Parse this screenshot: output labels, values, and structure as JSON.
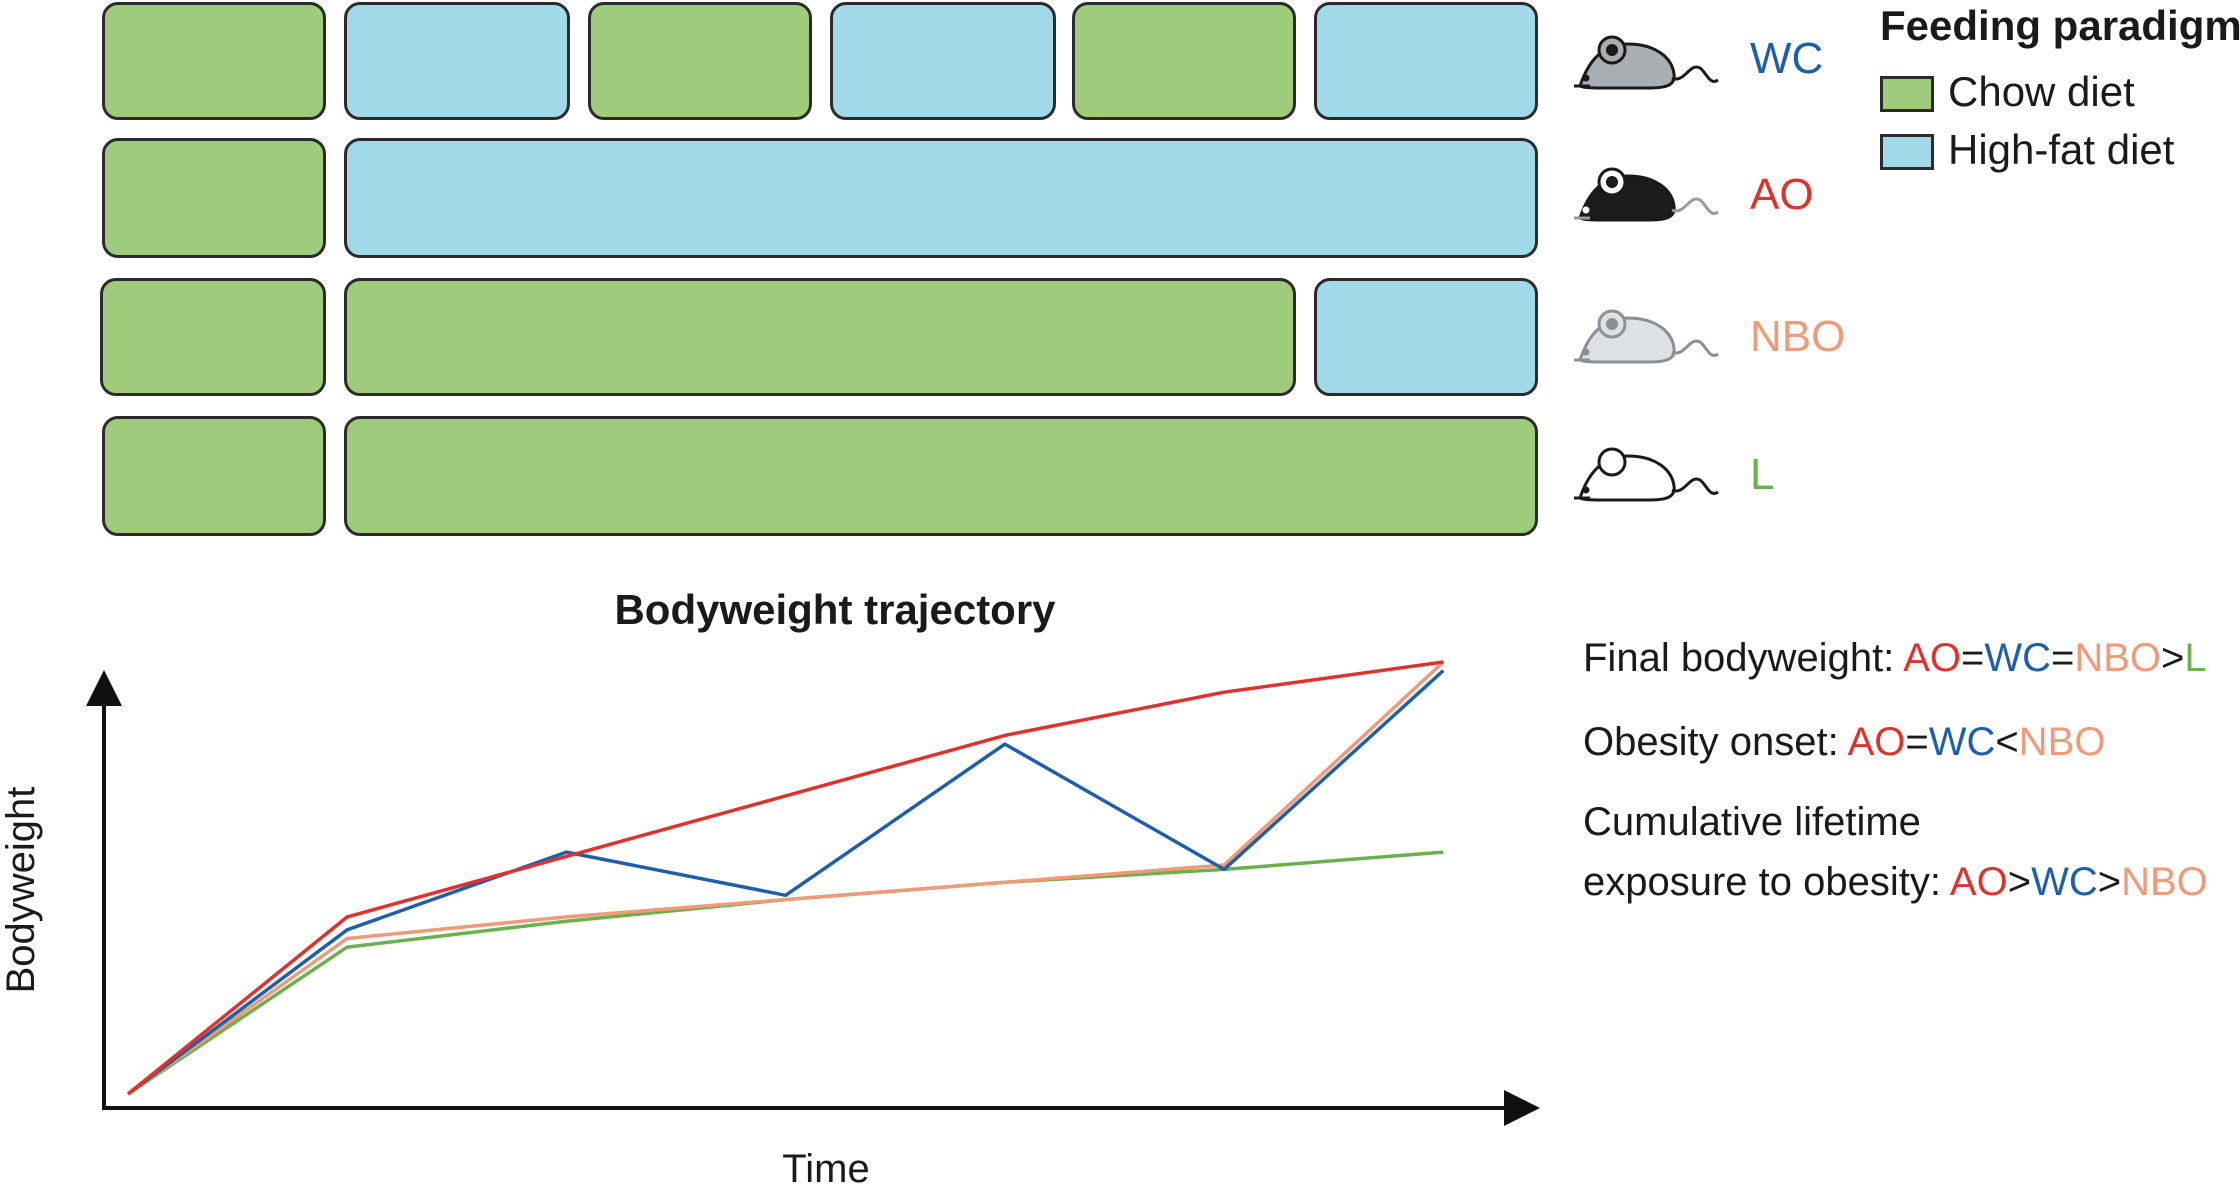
{
  "legend": {
    "title": "Feeding paradigm",
    "items": [
      {
        "label": "Chow diet",
        "color": "#9ecb7c"
      },
      {
        "label": "High-fat diet",
        "color": "#a2d9e9"
      }
    ]
  },
  "groups": [
    {
      "label": "WC",
      "color": "#1f5ea8",
      "mouse_fill": "#a9aeb3",
      "diet_sequence": [
        "Chow diet",
        "High-fat diet",
        "Chow diet",
        "High-fat diet",
        "Chow diet",
        "High-fat diet"
      ]
    },
    {
      "label": "AO",
      "color": "#e0322d",
      "mouse_fill": "#1c1c1c",
      "diet_sequence": [
        "Chow diet",
        "High-fat diet"
      ]
    },
    {
      "label": "NBO",
      "color": "#ef9a78",
      "mouse_fill": "#dde1e4",
      "diet_sequence": [
        "Chow diet",
        "Chow diet",
        "High-fat diet"
      ]
    },
    {
      "label": "L",
      "color": "#6ab04c",
      "mouse_fill": "#ffffff",
      "diet_sequence": [
        "Chow diet",
        "Chow diet"
      ]
    }
  ],
  "chart": {
    "title": "Bodyweight trajectory",
    "xlabel": "Time",
    "ylabel": "Bodyweight"
  },
  "chart_data": {
    "type": "line",
    "title": "Bodyweight trajectory",
    "xlabel": "Time",
    "ylabel": "Bodyweight",
    "x": [
      0,
      1,
      2,
      3,
      4,
      5,
      6
    ],
    "xlim": [
      0,
      6.35
    ],
    "ylim": [
      0,
      1.0
    ],
    "grid": false,
    "series": [
      {
        "name": "L",
        "color": "#6ab04c",
        "values": [
          0.0,
          0.34,
          0.4,
          0.45,
          0.49,
          0.52,
          0.56
        ]
      },
      {
        "name": "NBO",
        "color": "#ef9a78",
        "values": [
          0.0,
          0.36,
          0.41,
          0.45,
          0.49,
          0.53,
          1.0
        ]
      },
      {
        "name": "WC",
        "color": "#1f5ea8",
        "values": [
          0.0,
          0.38,
          0.56,
          0.46,
          0.81,
          0.52,
          0.98
        ]
      },
      {
        "name": "AO",
        "color": "#e0322d",
        "values": [
          0.0,
          0.41,
          0.55,
          0.69,
          0.83,
          0.93,
          1.0
        ]
      }
    ]
  },
  "notes": [
    {
      "parts": [
        {
          "text": "Final bodyweight: ",
          "color": "#1a1a1a"
        },
        {
          "text": "AO",
          "color": "#e0322d"
        },
        {
          "text": "=",
          "color": "#1a1a1a"
        },
        {
          "text": "WC",
          "color": "#1f5ea8"
        },
        {
          "text": "=",
          "color": "#1a1a1a"
        },
        {
          "text": "NBO",
          "color": "#ef9a78"
        },
        {
          "text": ">",
          "color": "#1a1a1a"
        },
        {
          "text": "L",
          "color": "#6ab04c"
        }
      ]
    },
    {
      "parts": [
        {
          "text": "Obesity onset: ",
          "color": "#1a1a1a"
        },
        {
          "text": "AO",
          "color": "#e0322d"
        },
        {
          "text": "=",
          "color": "#1a1a1a"
        },
        {
          "text": "WC",
          "color": "#1f5ea8"
        },
        {
          "text": "<",
          "color": "#1a1a1a"
        },
        {
          "text": "NBO",
          "color": "#ef9a78"
        }
      ]
    },
    {
      "parts": [
        {
          "text": "Cumulative lifetime",
          "color": "#1a1a1a"
        }
      ]
    },
    {
      "parts": [
        {
          "text": "exposure to obesity: ",
          "color": "#1a1a1a"
        },
        {
          "text": "AO",
          "color": "#e0322d"
        },
        {
          "text": ">",
          "color": "#1a1a1a"
        },
        {
          "text": "WC",
          "color": "#1f5ea8"
        },
        {
          "text": ">",
          "color": "#1a1a1a"
        },
        {
          "text": "NBO",
          "color": "#ef9a78"
        }
      ]
    }
  ]
}
